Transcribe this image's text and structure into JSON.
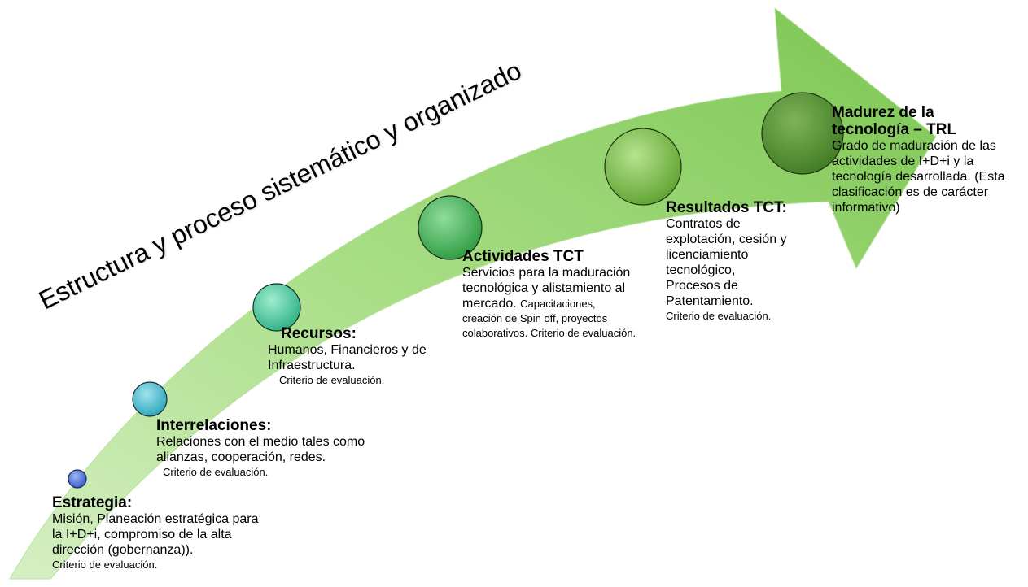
{
  "title": "Estructura y proceso sistemático y organizado",
  "stages": [
    {
      "title": "Estrategia:",
      "description": "Misión, Planeación estratégica para la I+D+i, compromiso de la alta dirección (gobernanza)).",
      "criterion": "Criterio de evaluación.",
      "color": "#4a6fd8"
    },
    {
      "title": "Interrelaciones:",
      "description": "Relaciones con el medio tales como alianzas, cooperación, redes.",
      "criterion": "Criterio de evaluación.",
      "color": "#3fb8cc"
    },
    {
      "title": "Recursos:",
      "description": "Humanos, Financieros y de Infraestructura.",
      "criterion": "Criterio de evaluación.",
      "color": "#3fc49a"
    },
    {
      "title": "Actividades TCT",
      "description": "Servicios para la maduración tecnológica y alistamiento al mercado.",
      "criterion": "Capacitaciones, creación de Spin off, proyectos colaborativos. Criterio de evaluación.",
      "color": "#3db04f"
    },
    {
      "title": "Resultados TCT:",
      "description": "Contratos de explotación, cesión y licenciamiento tecnológico, Procesos de Patentamiento.",
      "criterion": "Criterio de evaluación.",
      "color": "#6fb83c"
    },
    {
      "title": "Madurez de la tecnología – TRL",
      "description": "Grado de maduración de las actividades de I+D+i y la tecnología desarrollada. (Esta clasificación es de carácter informativo)",
      "criterion": "",
      "color": "#4f8f2e"
    }
  ],
  "arrow_color": "#8fd070"
}
